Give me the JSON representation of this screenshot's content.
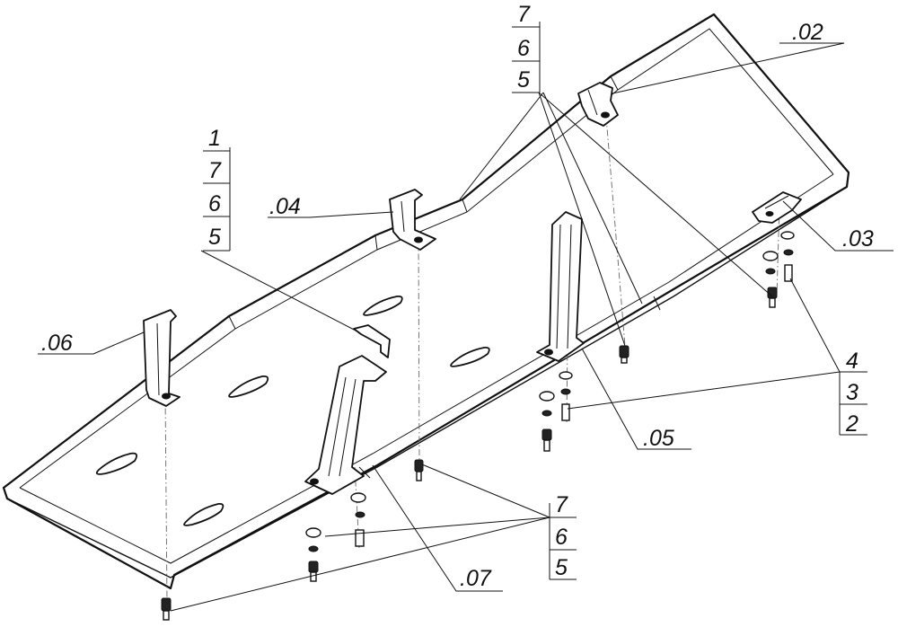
{
  "callouts": {
    "part_02": ".02",
    "part_03": ".03",
    "part_04": ".04",
    "part_05": ".05",
    "part_06": ".06",
    "part_07": ".07"
  },
  "stacks": {
    "top_left": [
      "1",
      "7",
      "6",
      "5"
    ],
    "top_right": [
      "7",
      "6",
      "5"
    ],
    "right": [
      "4",
      "3",
      "2"
    ],
    "bottom": [
      "7",
      "6",
      "5"
    ]
  }
}
